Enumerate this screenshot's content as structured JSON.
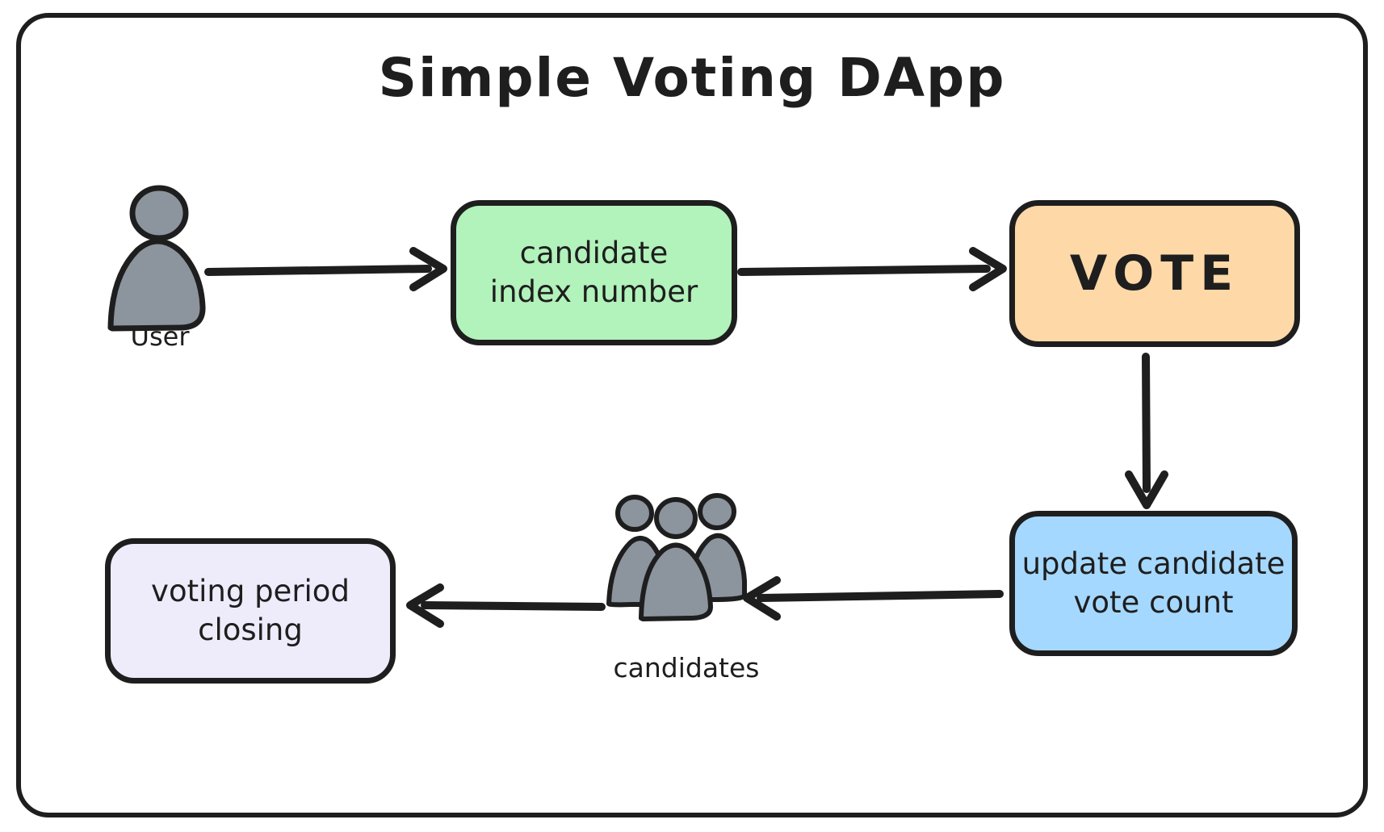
{
  "title": "Simple Voting DApp",
  "colors": {
    "stroke": "#1e1e1e",
    "green_fill": "#b2f2bb",
    "orange_fill": "#ffd8a8",
    "blue_fill": "#a5d8ff",
    "lavender_fill": "#eeecfb",
    "person_fill": "#8c949e",
    "background": "#ffffff"
  },
  "nodes": {
    "user": {
      "icon": "user-icon",
      "label": "User"
    },
    "candidate_index": {
      "lines": [
        "candidate",
        "index number"
      ]
    },
    "vote": {
      "label": "VOTE"
    },
    "update_vote_count": {
      "lines": [
        "update candidate",
        "vote count"
      ]
    },
    "candidates": {
      "icon": "candidates-icon",
      "label": "candidates"
    },
    "voting_period": {
      "lines": [
        "voting period",
        "closing"
      ]
    }
  },
  "edges": [
    {
      "from": "user",
      "to": "candidate_index",
      "direction": "right"
    },
    {
      "from": "candidate_index",
      "to": "vote",
      "direction": "right"
    },
    {
      "from": "vote",
      "to": "update_vote_count",
      "direction": "down"
    },
    {
      "from": "update_vote_count",
      "to": "candidates",
      "direction": "left"
    },
    {
      "from": "candidates",
      "to": "voting_period",
      "direction": "left"
    }
  ]
}
